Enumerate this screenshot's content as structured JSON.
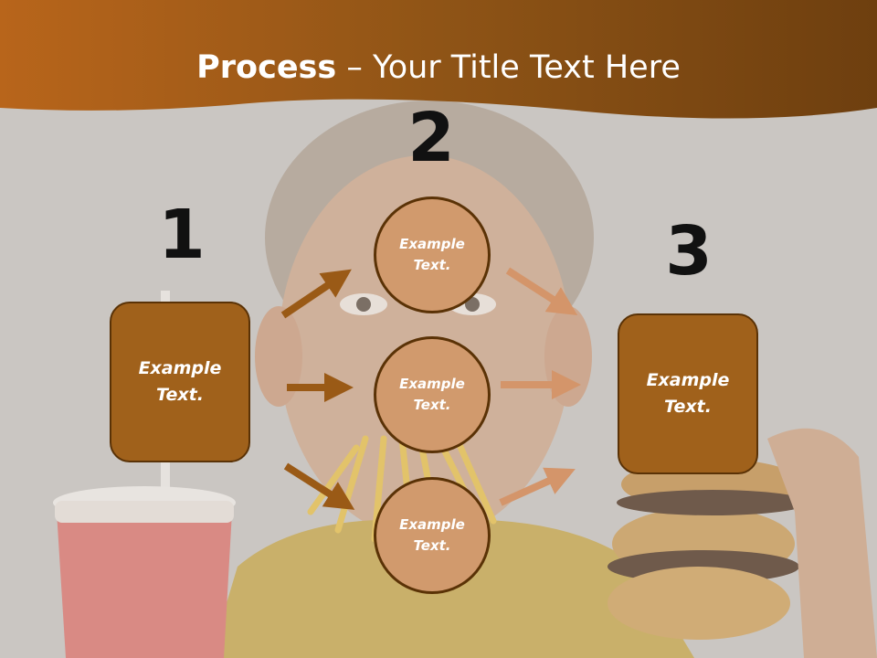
{
  "title": {
    "bold": "Process",
    "rest": " – Your Title Text Here"
  },
  "steps": [
    {
      "number": "1",
      "label": "Example Text."
    },
    {
      "number": "2"
    },
    {
      "number": "3",
      "label": "Example Text."
    }
  ],
  "circles": [
    {
      "label": "Example Text."
    },
    {
      "label": "Example Text."
    },
    {
      "label": "Example Text."
    }
  ],
  "colors": {
    "banner": "#8a4f12",
    "box_fill": "#a0611b",
    "circle_fill": "#d19a6d",
    "left_arrow": "#9a5a16",
    "right_arrow": "#d4956a"
  }
}
